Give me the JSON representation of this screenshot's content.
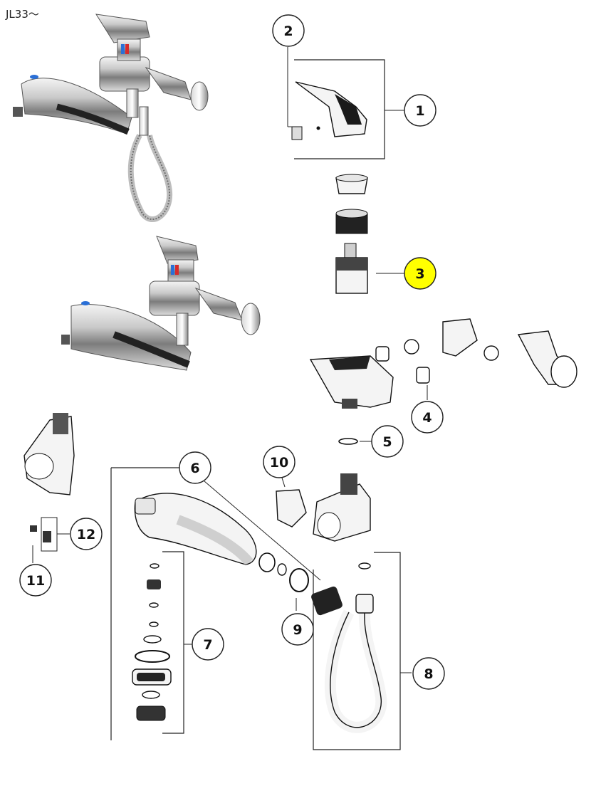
{
  "header": {
    "model_code": "JL33～"
  },
  "colors": {
    "highlight": "#ffff00",
    "line": "#222222",
    "chrome_dark": "#3a3a3a",
    "chrome_mid": "#9a9a9a",
    "chrome_light": "#e4e4e4"
  },
  "callouts": [
    {
      "num": "1",
      "highlighted": false
    },
    {
      "num": "2",
      "highlighted": false
    },
    {
      "num": "3",
      "highlighted": true
    },
    {
      "num": "4",
      "highlighted": false
    },
    {
      "num": "5",
      "highlighted": false
    },
    {
      "num": "6",
      "highlighted": false
    },
    {
      "num": "7",
      "highlighted": false
    },
    {
      "num": "8",
      "highlighted": false
    },
    {
      "num": "9",
      "highlighted": false
    },
    {
      "num": "10",
      "highlighted": false
    },
    {
      "num": "11",
      "highlighted": false
    },
    {
      "num": "12",
      "highlighted": false
    }
  ]
}
